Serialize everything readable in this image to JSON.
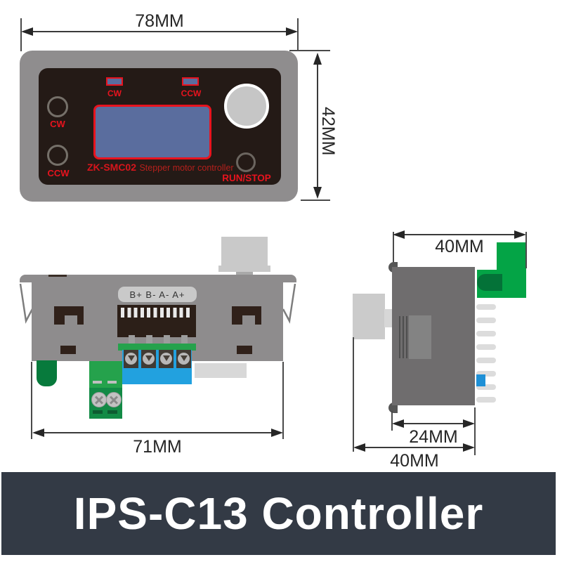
{
  "front_view": {
    "width_dim": "78MM",
    "height_dim": "42MM",
    "led_cw": "CW",
    "led_ccw": "CCW",
    "btn_cw": "CW",
    "btn_ccw": "CCW",
    "model": "ZK-SMC02",
    "model_desc": "Stepper motor controller",
    "run_stop": "RUN/STOP"
  },
  "rear_view": {
    "terminals": "B+ B- A- A+",
    "width_dim": "71MM"
  },
  "side_view": {
    "top_width_dim": "40MM",
    "body_depth_dim": "24MM",
    "total_depth_dim": "40MM"
  },
  "banner": {
    "title": "IPS-C13 Controller"
  },
  "colors": {
    "accent_red": "#e8131e",
    "display_blue": "#5a6d9e",
    "pcb_green": "#04a446",
    "terminal_blue": "#22a1df",
    "banner_bg": "#333a45"
  }
}
